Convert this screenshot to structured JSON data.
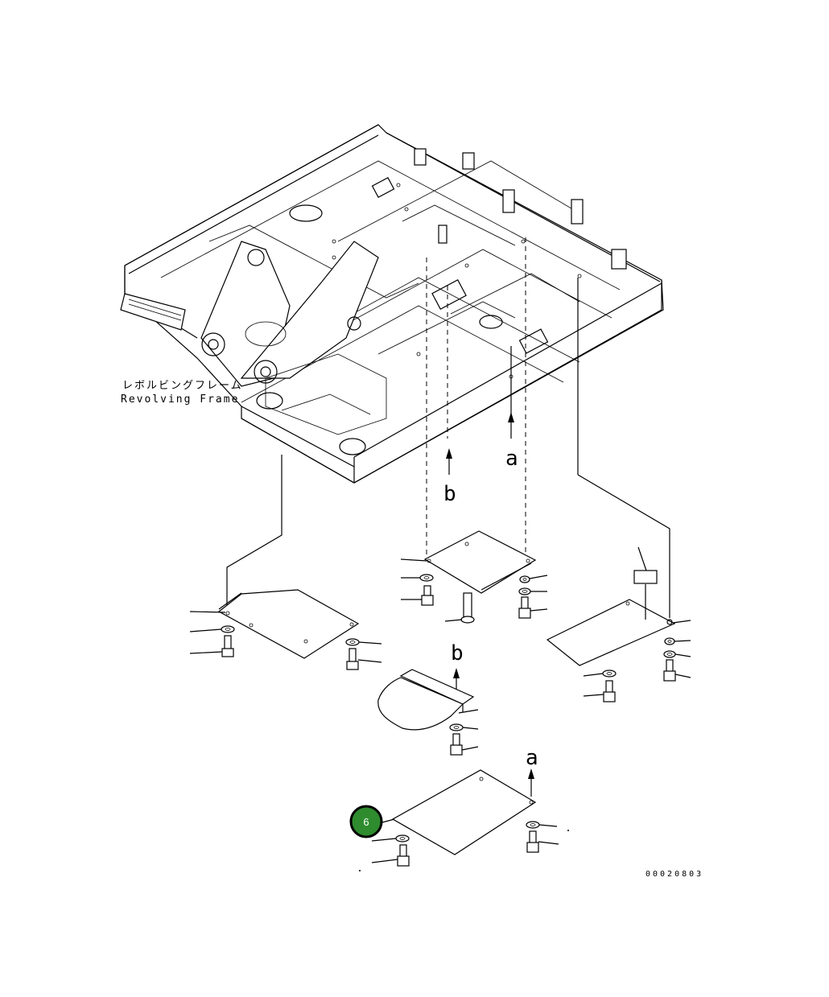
{
  "labels": {
    "frame_jp": "レボルビングフレーム",
    "frame_en": "Revolving Frame",
    "arrow_a": "a",
    "arrow_b": "b",
    "drawing_code": "00020803"
  },
  "callout": {
    "number": "6",
    "color": "#2e8b2e",
    "border_color": "#000000"
  },
  "icons": {
    "bolt": "bolt-icon",
    "washer": "washer-icon"
  }
}
